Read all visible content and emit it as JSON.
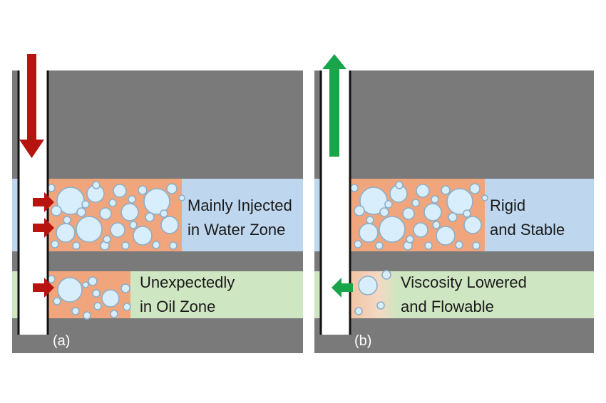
{
  "panels": [
    {
      "tag": "(a)",
      "water_label": [
        "Mainly Injected",
        "in Water Zone"
      ],
      "oil_label": [
        "Unexpectedly",
        "in Oil Zone"
      ]
    },
    {
      "tag": "(b)",
      "water_label": [
        "Rigid",
        "and Stable"
      ],
      "oil_label": [
        "Viscosity Lowered",
        "and Flowable"
      ]
    }
  ],
  "colors": {
    "rock": "#7a7a7a",
    "water_zone": "#bed7ee",
    "oil_zone": "#cfe6c2",
    "gel": "#f1a57c",
    "bubble_fill": "#d8eefc",
    "bubble_stroke": "#8cafc8",
    "wellbore": "#ffffff",
    "well_wall": "#111111",
    "injection_arrow": "#b8140f",
    "production_arrow": "#19a64a"
  },
  "icons": {
    "injection": "arrow-down-icon",
    "production": "arrow-up-icon",
    "inflow": "arrow-right-icon",
    "outflow": "arrow-left-icon"
  }
}
